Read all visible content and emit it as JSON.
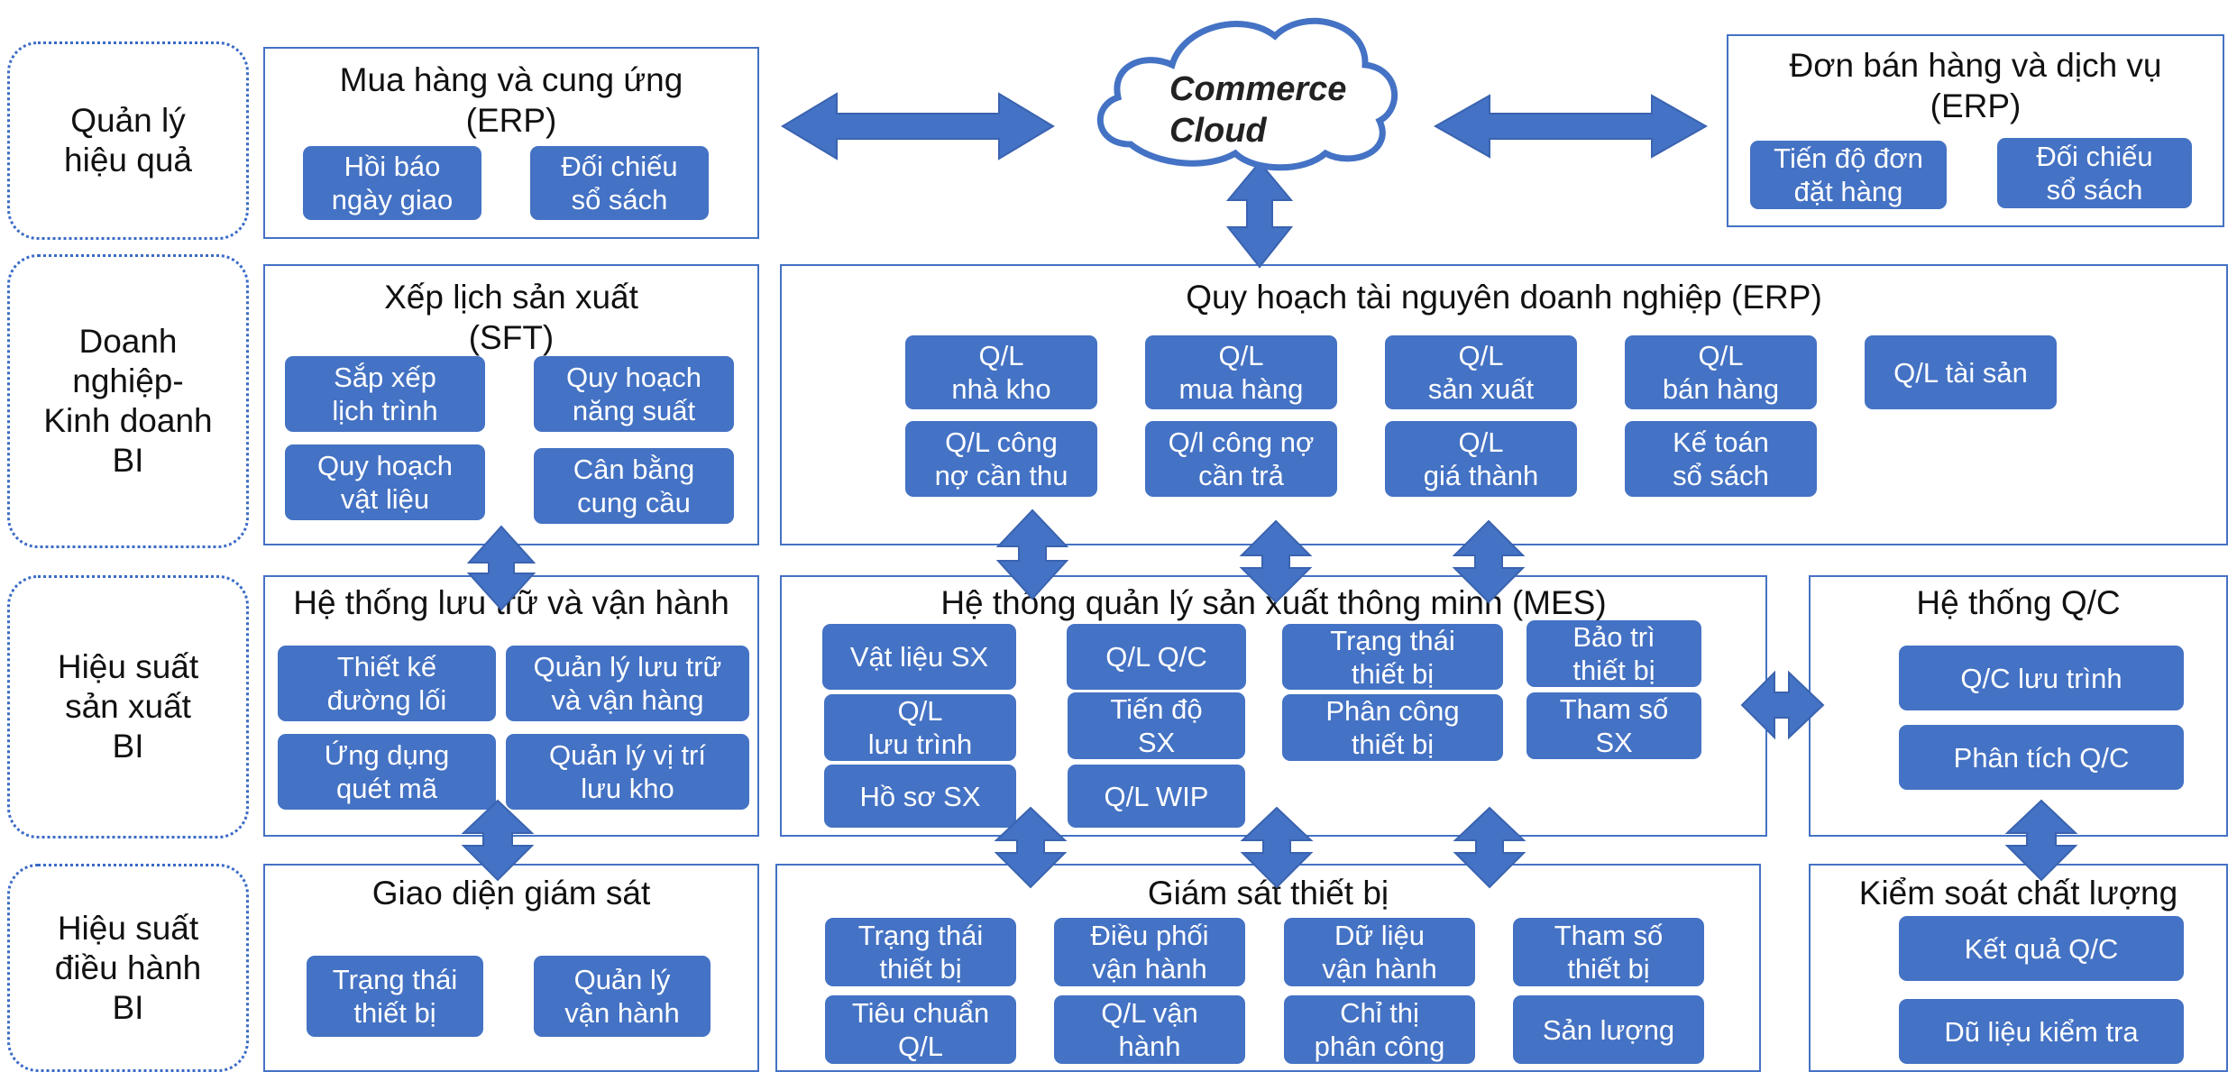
{
  "colors": {
    "panel_border": "#4472c4",
    "chip_fill": "#4472c4",
    "chip_text": "#ffffff",
    "arrow_fill": "#4472c4",
    "level_border": "#3a6bc6"
  },
  "levels": [
    {
      "label": "Quản lý\nhiệu quả"
    },
    {
      "label": "Doanh\nnghiệp-\nKinh doanh\nBI"
    },
    {
      "label": "Hiệu suất\nsản xuất\nBI"
    },
    {
      "label": "Hiệu suất\nđiều hành\nBI"
    }
  ],
  "cloud": {
    "label": "Commerce\nCloud",
    "icon": "cloud-icon"
  },
  "panels": {
    "purchasing": {
      "title": "Mua hàng và cung ứng\n(ERP)",
      "items": [
        "Hồi báo\nngày giao",
        "Đối chiếu\nsổ sách"
      ]
    },
    "sales": {
      "title": "Đơn bán hàng và dịch vụ\n(ERP)",
      "items": [
        "Tiến độ đơn\nđặt hàng",
        "Đối chiếu\nsổ sách"
      ]
    },
    "scheduling": {
      "title": "Xếp lịch sản xuất\n(SFT)",
      "items": [
        "Sắp xếp\nlịch trình",
        "Quy hoạch\nnăng suất",
        "Quy hoạch\nvật liệu",
        "Cân bằng\ncung cầu"
      ]
    },
    "erp": {
      "title": "Quy hoạch tài nguyên doanh nghiệp (ERP)",
      "items": [
        "Q/L\nnhà kho",
        "Q/L\nmua hàng",
        "Q/L\nsản xuất",
        "Q/L\nbán hàng",
        "Q/L tài sản",
        "Q/L công\nnợ cần thu",
        "Q/l công nợ\ncần trả",
        "Q/L\ngiá thành",
        "Kế toán\nsổ sách"
      ]
    },
    "warehouse": {
      "title": "Hệ thống lưu trữ và vận hành",
      "items": [
        "Thiết kế\nđường lối",
        "Quản lý lưu trữ\nvà vận hàng",
        "Ứng dụng\nquét mã",
        "Quản lý vị trí\nlưu kho"
      ]
    },
    "mes": {
      "title": "Hệ thống quản lý sản xuất thông minh (MES)",
      "items": [
        "Vật liệu SX",
        "Q/L Q/C",
        "Trạng thái\nthiết bị",
        "Bảo trì\nthiết bị",
        "Q/L\nlưu trình",
        "Tiến độ\nSX",
        "Phân công\nthiết bị",
        "Tham số\nSX",
        "Hồ sơ SX",
        "Q/L WIP"
      ]
    },
    "qc_system": {
      "title": "Hệ thống Q/C",
      "items": [
        "Q/C lưu trình",
        "Phân tích Q/C"
      ]
    },
    "monitor_ui": {
      "title": "Giao diện giám sát",
      "items": [
        "Trạng thái\nthiết bị",
        "Quản lý\nvận hành"
      ]
    },
    "equipment": {
      "title": "Giám sát thiết bị",
      "items": [
        "Trạng thái\nthiết bị",
        "Điều phối\nvận hành",
        "Dữ liệu\nvận hành",
        "Tham số\nthiết bị",
        "Tiêu chuẩn\nQ/L",
        "Q/L vận\nhành",
        "Chỉ thị\nphân công",
        "Sản lượng"
      ]
    },
    "quality": {
      "title": "Kiểm soát chất lượng",
      "items": [
        "Kết quả Q/C",
        "Dũ liệu kiểm tra"
      ]
    }
  }
}
